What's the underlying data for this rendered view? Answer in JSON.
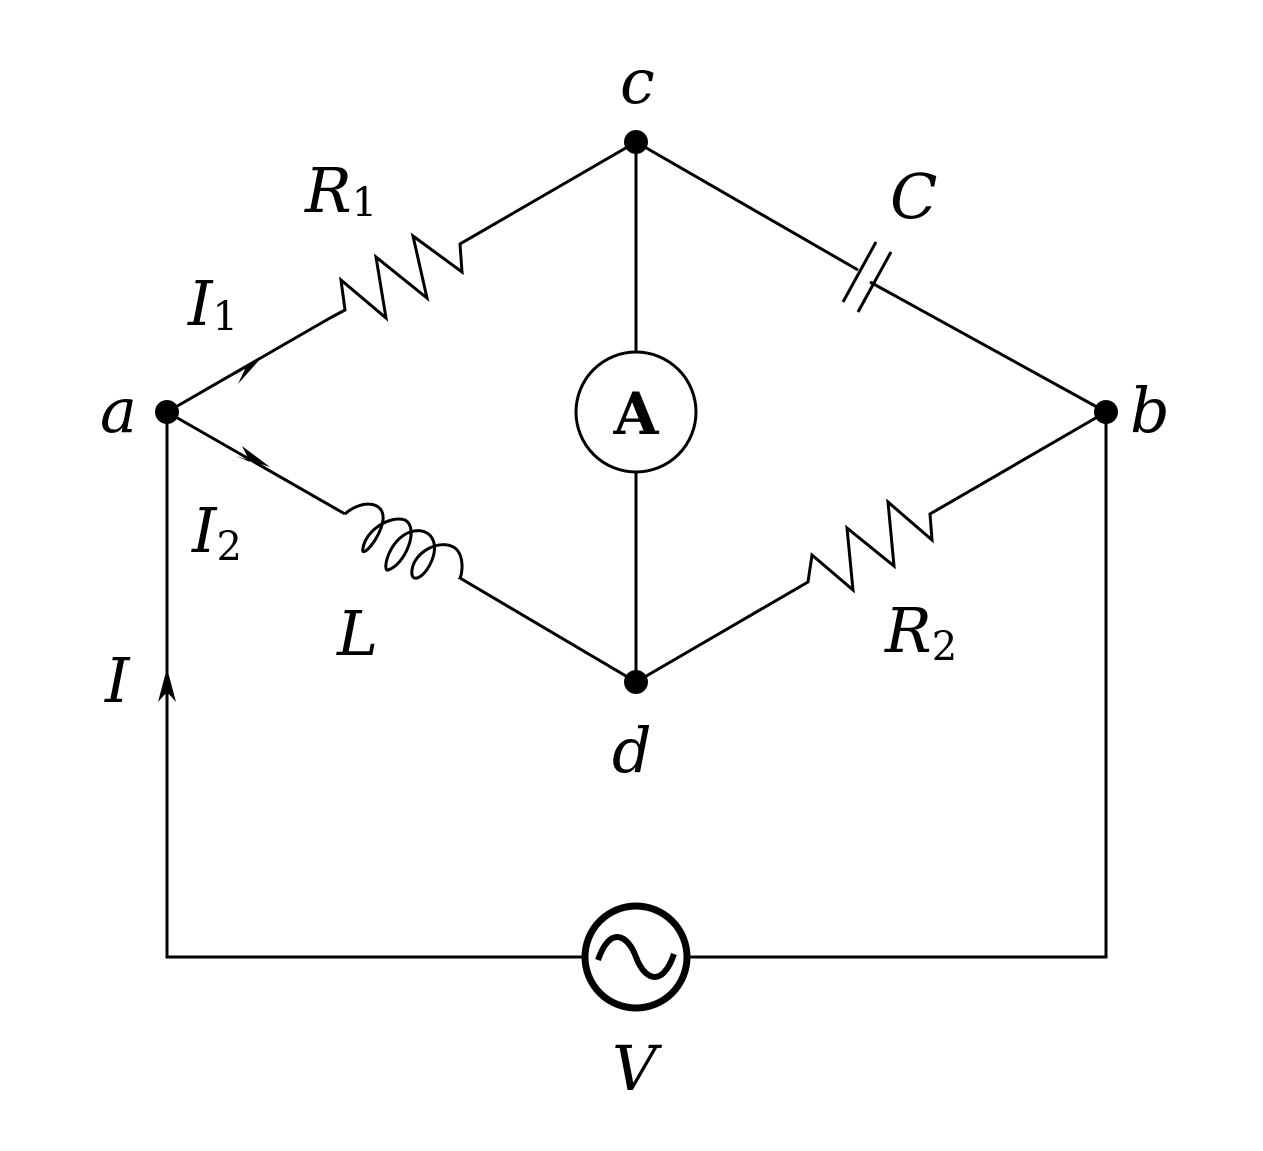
{
  "nodes": {
    "a": "a",
    "b": "b",
    "c": "c",
    "d": "d"
  },
  "components": {
    "R1": {
      "symbol": "R",
      "sub": "1"
    },
    "R2": {
      "symbol": "R",
      "sub": "2"
    },
    "C": {
      "symbol": "C"
    },
    "L": {
      "symbol": "L"
    },
    "ammeter": {
      "symbol": "A"
    },
    "source": {
      "symbol": "V"
    }
  },
  "currents": {
    "I": {
      "symbol": "I"
    },
    "I1": {
      "symbol": "I",
      "sub": "1"
    },
    "I2": {
      "symbol": "I",
      "sub": "2"
    }
  }
}
